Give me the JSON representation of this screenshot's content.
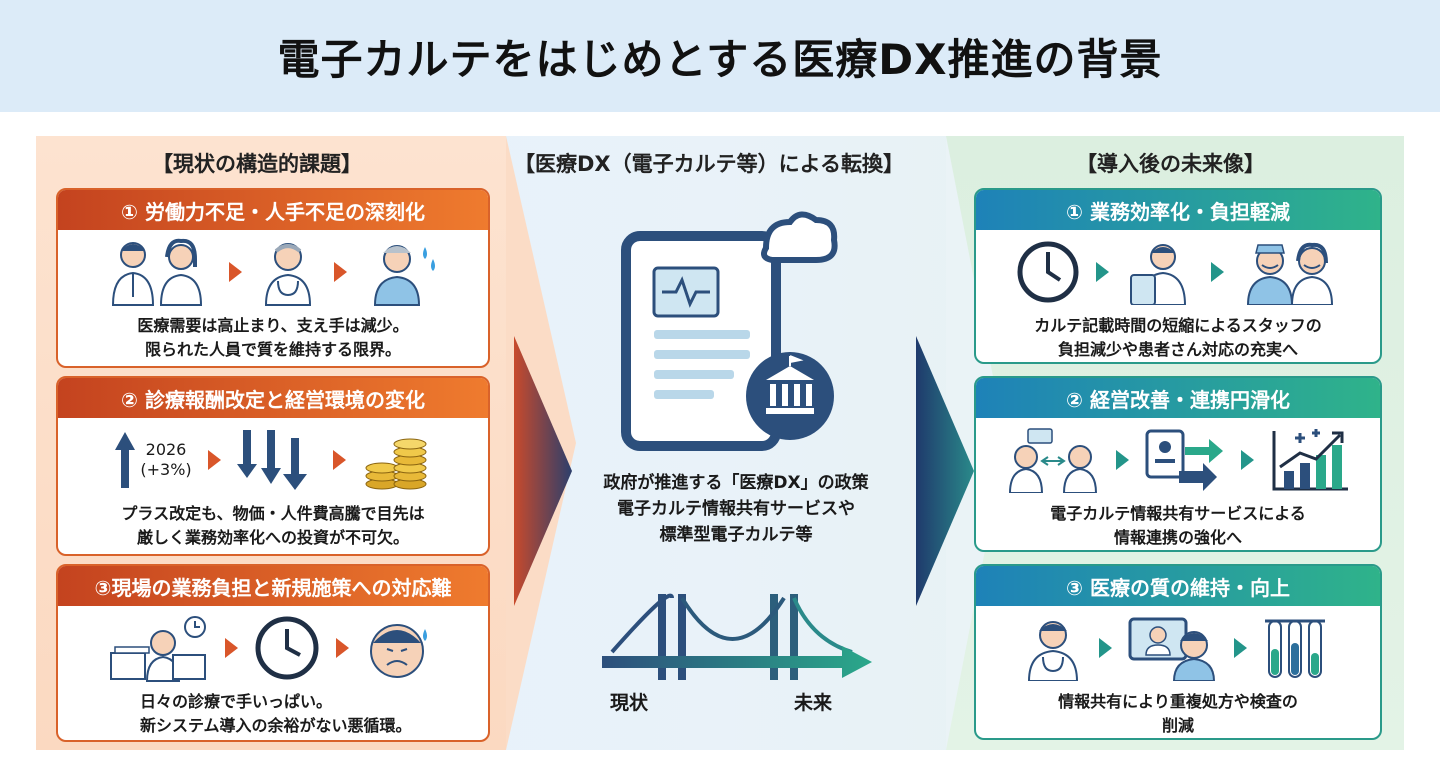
{
  "title": "電子カルテをはじめとする医療DX推進の背景",
  "left": {
    "heading": "【現状の構造的課題】",
    "cards": [
      {
        "header": "① 労働力不足・人手不足の深刻化",
        "lines": [
          "医療需要は高止まり、支え手は減少。",
          "限られた人員で質を維持する限界。"
        ]
      },
      {
        "header": "② 診療報酬改定と経営環境の変化",
        "badge_year": "2026",
        "badge_rate": "(+3%)",
        "lines": [
          "プラス改定も、物価・人件費高騰で目先は",
          "厳しく業務効率化への投資が不可欠。"
        ]
      },
      {
        "header": "③現場の業務負担と新規施策への対応難",
        "lines": [
          "日々の診療で手いっぱい。",
          "新システム導入の余裕がない悪循環。"
        ]
      }
    ]
  },
  "middle": {
    "heading": "【医療DX（電子カルテ等）による転換】",
    "lines": [
      "政府が推進する「医療DX」の政策",
      "電子カルテ情報共有サービスや",
      "標準型電子カルテ等"
    ],
    "bridge_left": "現状",
    "bridge_right": "未来"
  },
  "right": {
    "heading": "【導入後の未来像】",
    "cards": [
      {
        "header": "① 業務効率化・負担軽減",
        "lines": [
          "カルテ記載時間の短縮によるスタッフの",
          "負担減少や患者さん対応の充実へ"
        ]
      },
      {
        "header": "② 経営改善・連携円滑化",
        "lines": [
          "電子カルテ情報共有サービスによる",
          "情報連携の強化へ"
        ]
      },
      {
        "header": "③ 医療の質の維持・向上",
        "lines": [
          "情報共有により重複処方や検査の",
          "削減"
        ]
      }
    ]
  },
  "colors": {
    "orange": "#d9622a",
    "teal": "#23958a",
    "navy": "#2c4f7c"
  }
}
